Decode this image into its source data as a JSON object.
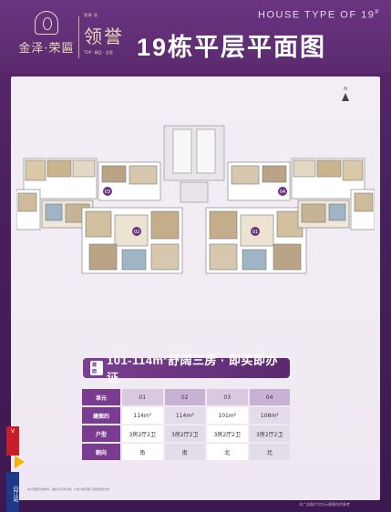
{
  "header": {
    "logo_text": "金泽·荣匾",
    "sub_small_top": "翡翠·湾",
    "sub_name": "领誉",
    "sub_small_bottom": "TOP · 精品 · 全面",
    "house_type_label": "HOUSE TYPE OF 19",
    "house_type_sup": "#",
    "title": "19栋平层平面图"
  },
  "compass": {
    "label": "N"
  },
  "plan": {
    "unit_markers": [
      "03",
      "04",
      "02",
      "01"
    ]
  },
  "slogan": {
    "tag": "建面",
    "text": "101-114m",
    "sup": "2",
    "text_after": "舒阔三房 · 即买即办证"
  },
  "table": {
    "headers": [
      "单元",
      "01",
      "02",
      "03",
      "04"
    ],
    "rows": [
      {
        "label": "建面约",
        "cells": [
          "114m²",
          "114m²",
          "101m²",
          "108m²"
        ]
      },
      {
        "label": "户型",
        "cells": [
          "3房2厅2卫",
          "3房2厅2卫",
          "3房2厅2卫",
          "3房2厅2卫"
        ]
      },
      {
        "label": "朝向",
        "cells": [
          "南",
          "南",
          "北",
          "北"
        ]
      }
    ]
  },
  "side": {
    "top_label": "V",
    "bottom_label": "白江站"
  },
  "footnote": "本户型图仅供参考，面积以实测为准，户型以政府部门最终批复为准",
  "footnote_right": "本广告图片均为示意图仅供参考"
}
